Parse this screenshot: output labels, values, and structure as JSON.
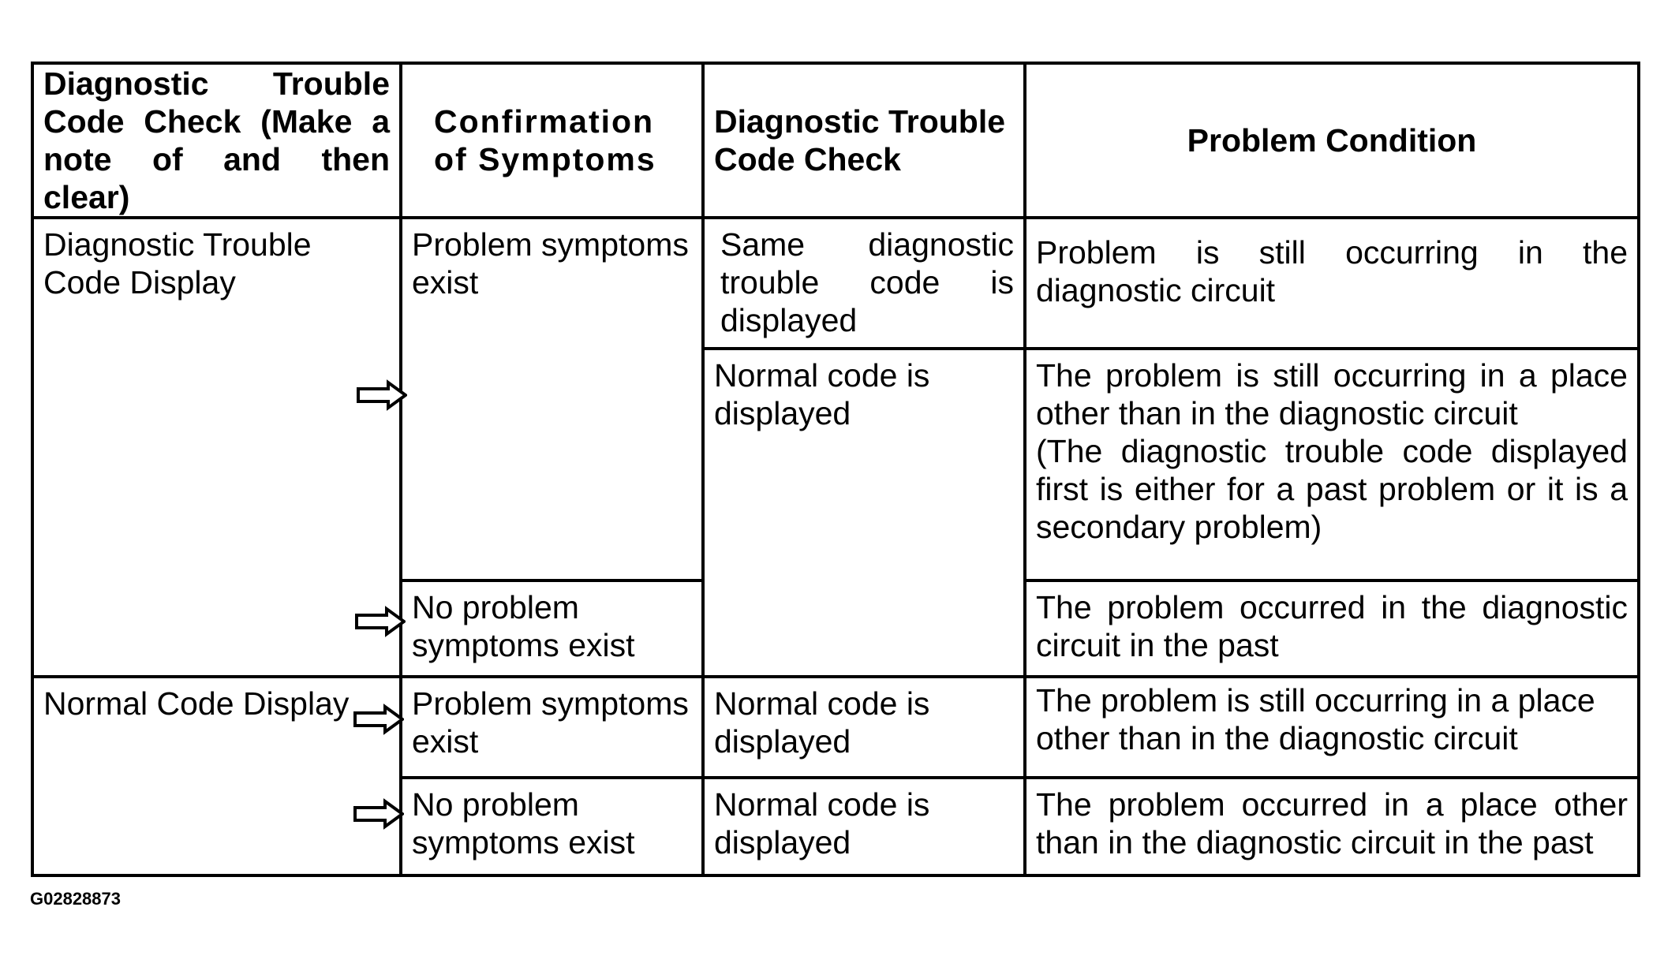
{
  "table": {
    "headers": [
      "Diagnostic Trouble Code Check (Make a note of and then clear)",
      "Confirmation of Symptoms",
      "Diagnostic Trouble Code Check",
      "Problem Condition"
    ],
    "group1": {
      "label": "Diagnostic Trouble Code Display",
      "symptoms_exist": "Problem symptoms exist",
      "no_symptoms": "No problem symptoms exist",
      "same_code": "Same diagnostic trouble code is displayed",
      "normal_code": "Normal code is displayed",
      "condition_1": "Problem is still occurring in the diagnostic circuit",
      "condition_2": "The problem is still occurring in a place other than in the diagnostic circuit",
      "condition_2_note": "(The diagnostic trouble code displayed first is either for a past problem or it is a secondary problem)",
      "condition_3": "The problem occurred in the diagnostic circuit in the past"
    },
    "group2": {
      "label": "Normal Code Display",
      "symptoms_exist": "Problem symptoms exist",
      "no_symptoms": "No problem symptoms exist",
      "normal_code_1": "Normal code is displayed",
      "normal_code_2": "Normal code is displayed",
      "condition_1": "The problem is still occurring in a place other than in the diagnostic circuit",
      "condition_2": "The problem occurred in a place other than in the diagnostic circuit in the past"
    }
  },
  "figure_id": "G02828873",
  "icons": {
    "arrow": "right-arrow-icon"
  }
}
